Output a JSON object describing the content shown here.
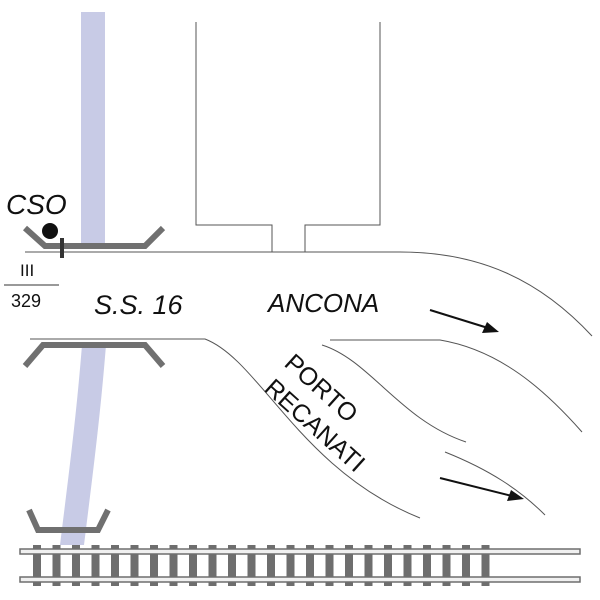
{
  "labels": {
    "cso": "CSO",
    "fraction_top": "III",
    "fraction_bottom": "329",
    "road": "S.S. 16",
    "ancona": "ANCONA",
    "porto": "PORTO",
    "recanati": "RECANATI"
  },
  "colors": {
    "stream": "#c8cbe6",
    "bridge": "#707070",
    "line": "#555555",
    "rail": "#6e6e6e"
  }
}
